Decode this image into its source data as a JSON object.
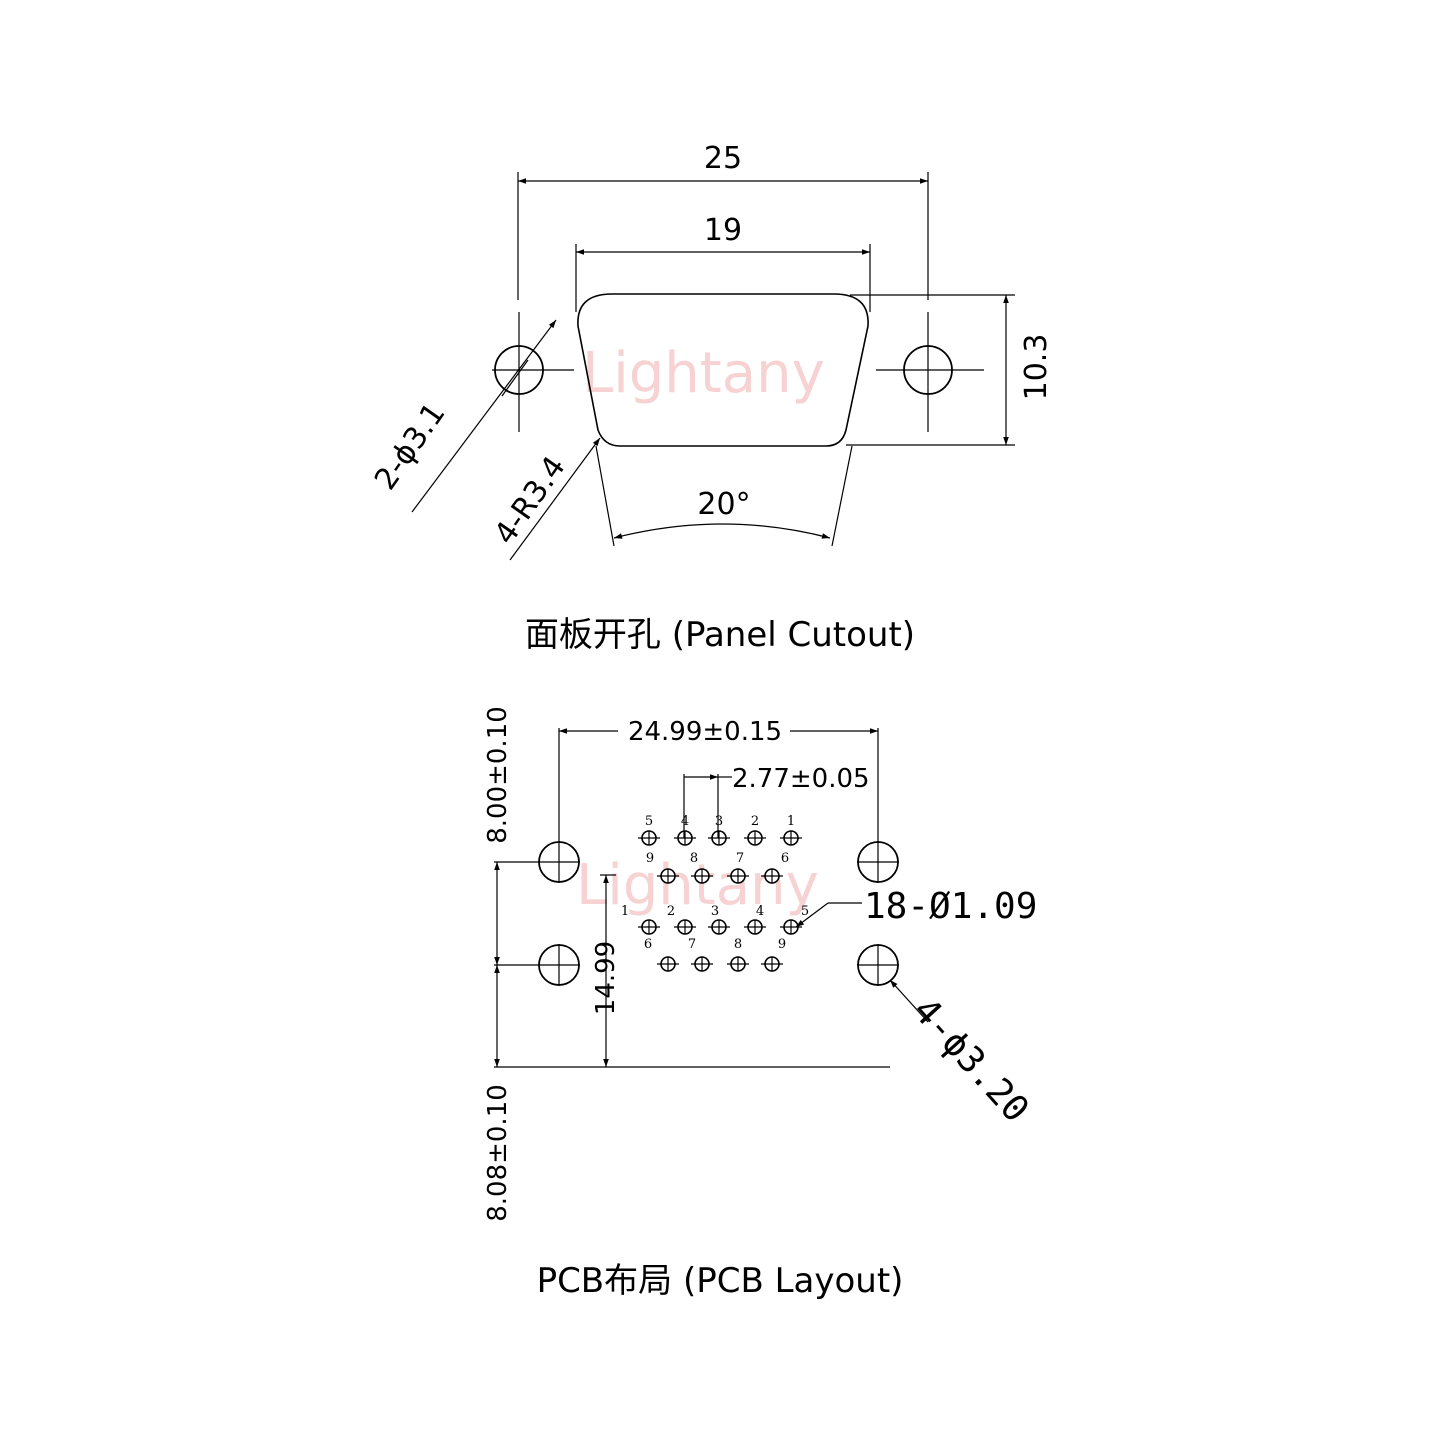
{
  "watermark": "Lightany",
  "panel": {
    "dim_width_total": "25",
    "dim_width_shell": "19",
    "dim_height": "10.3",
    "dim_angle": "20°",
    "dim_holes": "2-ϕ3.1",
    "dim_radius": "4-R3.4",
    "caption": "面板开孔 (Panel Cutout)"
  },
  "pcb": {
    "dim_hole_spacing": "24.99±0.15",
    "dim_pin_pitch": "2.77±0.05",
    "dim_top_offset": "8.00±0.10",
    "dim_bottom_offset": "8.08±0.10",
    "dim_row_spacing": "14.99",
    "dim_pins": "18-Ø1.09",
    "dim_mount_holes": "4-ϕ3.20",
    "caption": "PCB布局 (PCB Layout)",
    "upper_row1_labels": [
      "5",
      "4",
      "3",
      "2",
      "1"
    ],
    "upper_row2_labels": [
      "9",
      "8",
      "7",
      "6"
    ],
    "lower_row1_labels": [
      "1",
      "2",
      "3",
      "4",
      "5"
    ],
    "lower_row2_labels": [
      "6",
      "7",
      "8",
      "9"
    ]
  }
}
